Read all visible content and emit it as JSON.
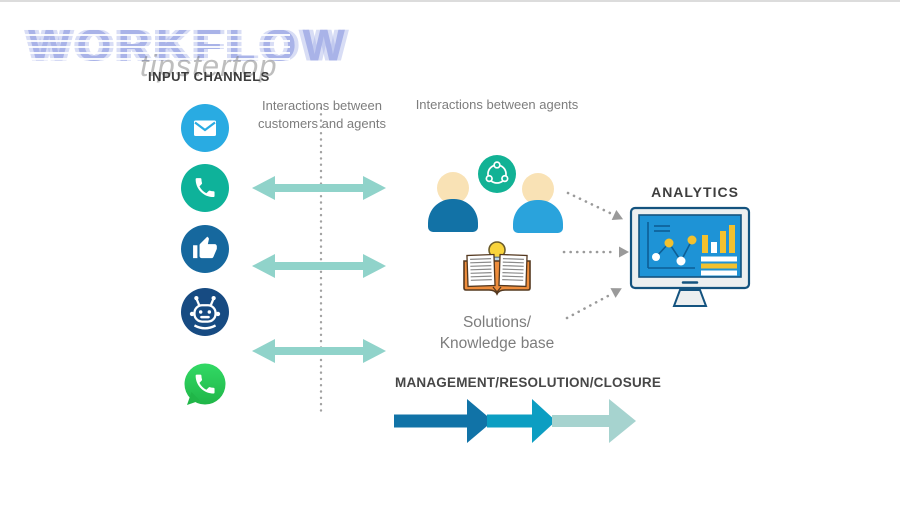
{
  "header": {
    "title": "WORKFLOW",
    "watermark": "tipstertop"
  },
  "input_channels": {
    "label": "INPUT CHANNELS",
    "channels": [
      {
        "icon": "email-icon",
        "bg_color": "#29ABE2"
      },
      {
        "icon": "phone-icon",
        "bg_color": "#0EB29A"
      },
      {
        "icon": "thumbs-up-icon",
        "bg_color": "#16689E"
      },
      {
        "icon": "chatbot-icon",
        "bg_color": "#174B82"
      },
      {
        "icon": "whatsapp-icon",
        "bg_color": "#2BD14D"
      }
    ]
  },
  "flow_labels": {
    "customers_agents": "Interactions between customers and agents",
    "agents": "Interactions between agents",
    "solutions": "Solutions/ Knowledge base",
    "analytics": "ANALYTICS",
    "management": "MANAGEMENT/RESOLUTION/CLOSURE"
  },
  "icons": {
    "share": "share-network-icon",
    "agents": [
      "agent-person-icon",
      "agent-person-icon"
    ],
    "knowledge": "open-book-lightbulb-icon",
    "analytics": "monitor-charts-icon"
  },
  "colors": {
    "title": "#A9B3E8",
    "double_arrow": "#90D3CA",
    "dotted_connector": "#9A9A9A",
    "share_bg": "#12B295",
    "agent_left_body": "#1272A6",
    "agent_right_body": "#2AA3DC",
    "flow_arrow_1": "#1173A7",
    "flow_arrow_2": "#0C9EC2",
    "flow_arrow_3": "#A6D3CF"
  }
}
